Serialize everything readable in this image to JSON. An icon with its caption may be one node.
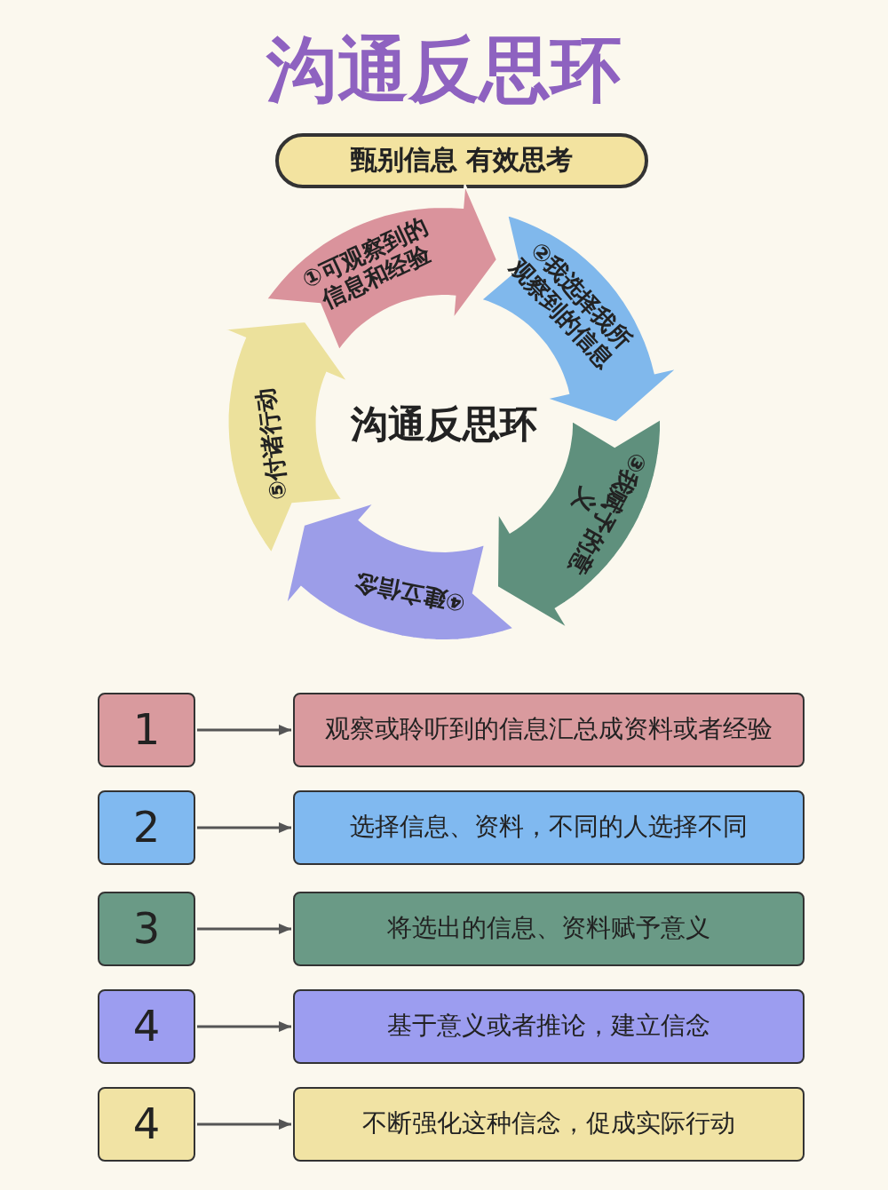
{
  "diagram": {
    "title": "沟通反思环",
    "nodes": [
      {
        "text": [
          "甄别信息 有效思考"
        ]
      },
      {
        "text": [
          "①可观察到的信息和经验"
        ]
      },
      {
        "text": [
          "②我选择我所观察到的信息"
        ]
      },
      {
        "text": [
          "③我赋予的意义"
        ]
      },
      {
        "text": [
          "④建立信念"
        ]
      },
      {
        "text": [
          "⑤付诸行动"
        ]
      },
      {
        "text": [
          "1"
        ]
      },
      {
        "text": [
          "观察或聆听到的信息汇总成资料或者经验"
        ]
      },
      {
        "text": [
          "2"
        ]
      },
      {
        "text": [
          "选择信息、资料，不同的人选择不同"
        ]
      },
      {
        "text": [
          "3"
        ]
      },
      {
        "text": [
          "将选出的信息、资料赋予意义"
        ]
      },
      {
        "text": [
          "4"
        ]
      },
      {
        "text": [
          "基于意义或者推论，建立信念"
        ]
      },
      {
        "text": [
          "4"
        ]
      },
      {
        "text": [
          "不断强化这种信念，促成实际行动"
        ]
      }
    ],
    "edges": [
      {
        "from": 6,
        "to": 7,
        "arrow": "to"
      },
      {
        "from": 8,
        "to": 9,
        "arrow": "to"
      },
      {
        "from": 10,
        "to": 11,
        "arrow": "to"
      },
      {
        "from": 12,
        "to": 13,
        "arrow": "to"
      },
      {
        "from": 14,
        "to": 15,
        "arrow": "to"
      }
    ],
    "labels": [
      "沟通反思环"
    ]
  }
}
